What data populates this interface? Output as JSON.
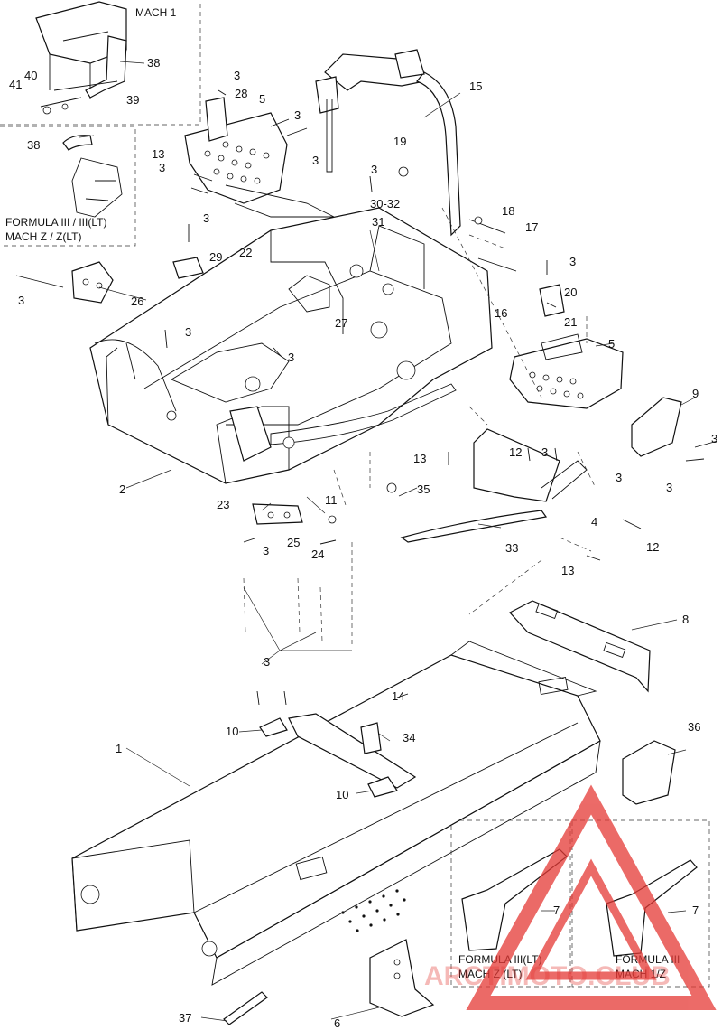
{
  "colors": {
    "ink": "#111111",
    "watermark": "#e53935"
  },
  "variants": {
    "mach1": "MACH 1",
    "formula_3_mach_z_a": [
      "FORMULA III / III(LT)",
      "MACH Z / Z(LT)"
    ],
    "formula_3lt_mach_z_b": [
      "FORMULA III(LT)",
      "MACH Z (LT)"
    ],
    "formula_3_mach1z": [
      "FORMULA III",
      "MACH 1/Z"
    ]
  },
  "callouts": [
    "1",
    "2",
    "3",
    "4",
    "5",
    "6",
    "7",
    "8",
    "9",
    "10",
    "11",
    "12",
    "13",
    "14",
    "15",
    "16",
    "17",
    "18",
    "19",
    "20",
    "21",
    "22",
    "23",
    "24",
    "25",
    "26",
    "27",
    "28",
    "29",
    "30-32",
    "31",
    "33",
    "34",
    "35",
    "36",
    "37",
    "38",
    "39",
    "40",
    "41"
  ],
  "watermark": {
    "text": "ARCTIMOTO.CLUB",
    "icon": "triangle-logo-icon"
  }
}
